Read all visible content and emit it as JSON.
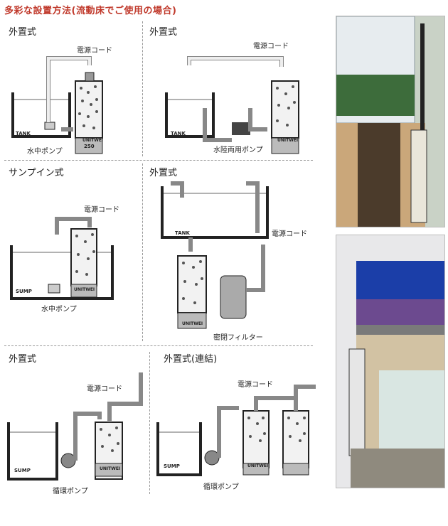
{
  "page": {
    "title": "多彩な設置方法(流動床でご使用の場合)"
  },
  "panels": [
    {
      "title": "外置式",
      "labels": [
        "電源コード",
        "水中ポンプ"
      ],
      "tags": [
        "TANK",
        "UNITWEI",
        "250"
      ]
    },
    {
      "title": "外置式",
      "labels": [
        "電源コード",
        "水陸両用ポンプ"
      ],
      "tags": [
        "TANK",
        "UNITWEI"
      ]
    },
    {
      "title": "サンプイン式",
      "labels": [
        "電源コード",
        "水中ポンプ"
      ],
      "tags": [
        "SUMP",
        "UNITWEI"
      ]
    },
    {
      "title": "外置式",
      "labels": [
        "電源コード",
        "密閉フィルター"
      ],
      "tags": [
        "TANK",
        "UNITWEI"
      ]
    },
    {
      "title": "外置式",
      "labels": [
        "電源コード",
        "循環ポンプ"
      ],
      "tags": [
        "SUMP",
        "UNITWEI"
      ]
    },
    {
      "title": "外置式(連結)",
      "labels": [
        "電源コード",
        "循環ポンプ"
      ],
      "tags": [
        "SUMP",
        "UNITWEI"
      ]
    }
  ],
  "colors": {
    "title": "#c0392b",
    "line": "#333333",
    "pipe": "#dddddd"
  }
}
